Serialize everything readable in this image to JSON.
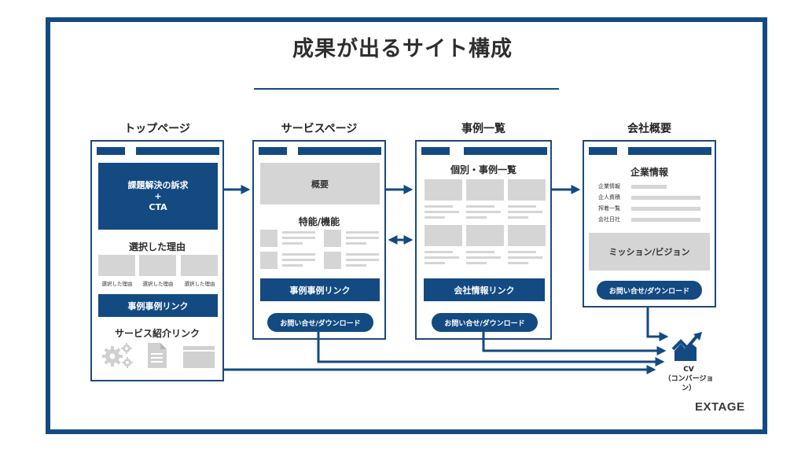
{
  "title": "成果が出るサイト構成",
  "columns": {
    "top": {
      "label": "トップページ",
      "hero_line1": "課題解決の訴求",
      "hero_line2": "+",
      "hero_line3": "CTA",
      "reasons_heading": "選択した理由",
      "reason_items": [
        "選択した理由",
        "選択した理由",
        "選択した理由"
      ],
      "case_link": "事例事例リンク",
      "service_link_heading": "サービス紹介リンク",
      "service_icons": [
        "gears-icon",
        "document-icon",
        "window-icon"
      ]
    },
    "service": {
      "label": "サービスページ",
      "overview": "概要",
      "features_heading": "特能/機能",
      "case_link": "事例事例リンク",
      "cta": "お問い合せ/ダウンロード"
    },
    "cases": {
      "label": "事例一覧",
      "heading": "個別・事例一覧",
      "company_link": "会社情報リンク",
      "cta": "お問い合せ/ダウンロード"
    },
    "company": {
      "label": "会社概要",
      "heading": "企業情報",
      "info_rows": [
        "企業情報",
        "企人資積",
        "搾着一覧",
        "会社日社"
      ],
      "mission": "ミッション/ビジョン",
      "cta": "お問い合せ/ダウンロード"
    }
  },
  "cv": {
    "label": "CV",
    "sublabel": "（コンバージョン）",
    "icon": "growth-chart-icon"
  },
  "logo": "EXTAGE",
  "colors": {
    "navy": "#134a82",
    "grey": "#d5d5d5",
    "frame": "#134a82"
  }
}
